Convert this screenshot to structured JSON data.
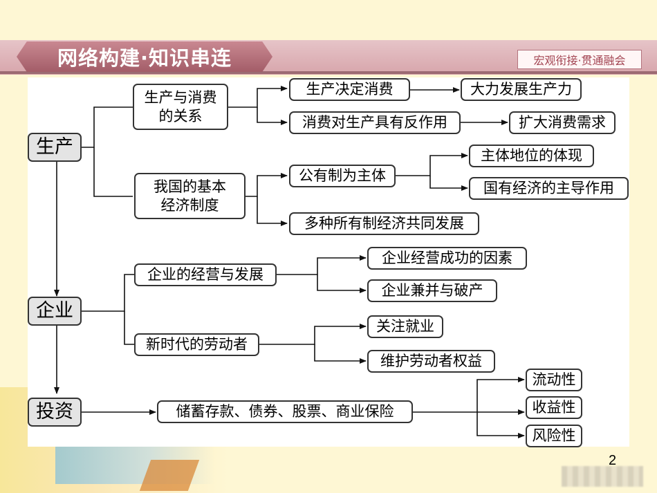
{
  "header": {
    "title": "网络构建·知识串连",
    "subtitle": "宏观衔接·贯通融会"
  },
  "roots": {
    "production": "生产",
    "enterprise": "企业",
    "investment": "投资"
  },
  "production": {
    "relation": "生产与消费的关系",
    "relation_children": {
      "decides": "生产决定消费",
      "decides_result": "大力发展生产力",
      "reacts": "消费对生产具有反作用",
      "reacts_result": "扩大消费需求"
    },
    "system": "我国的基本经济制度",
    "system_children": {
      "public": "公有制为主体",
      "public_children": [
        "主体地位的体现",
        "国有经济的主导作用"
      ],
      "multiple": "多种所有制经济共同发展"
    }
  },
  "enterprise": {
    "operation": "企业的经营与发展",
    "operation_children": [
      "企业经营成功的因素",
      "企业兼并与破产"
    ],
    "workers": "新时代的劳动者",
    "workers_children": [
      "关注就业",
      "维护劳动者权益"
    ]
  },
  "investment": {
    "methods": "储蓄存款、债券、股票、商业保险",
    "properties": [
      "流动性",
      "收益性",
      "风险性"
    ]
  },
  "page_number": "2"
}
